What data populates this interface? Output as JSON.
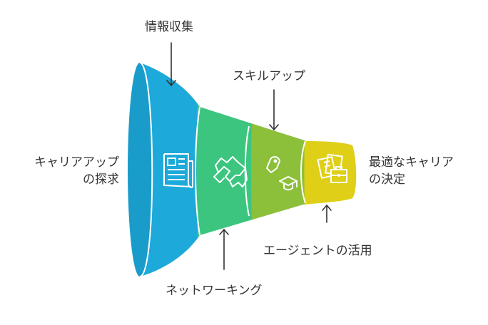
{
  "left_label": {
    "line1": "キャリアアップ",
    "line2": "の探求"
  },
  "right_label": {
    "line1": "最適なキャリア",
    "line2": "の決定"
  },
  "stages": [
    {
      "label": "情報収集",
      "icon": "newspaper-icon",
      "color": "#1da9d9"
    },
    {
      "label": "ネットワーキング",
      "icon": "handshake-icon",
      "color": "#3cc57f"
    },
    {
      "label": "スキルアップ",
      "icon": "graduation-icon",
      "color": "#8cbf3a"
    },
    {
      "label": "エージェントの活用",
      "icon": "documents-briefcase-icon",
      "color": "#dfcf17"
    }
  ]
}
